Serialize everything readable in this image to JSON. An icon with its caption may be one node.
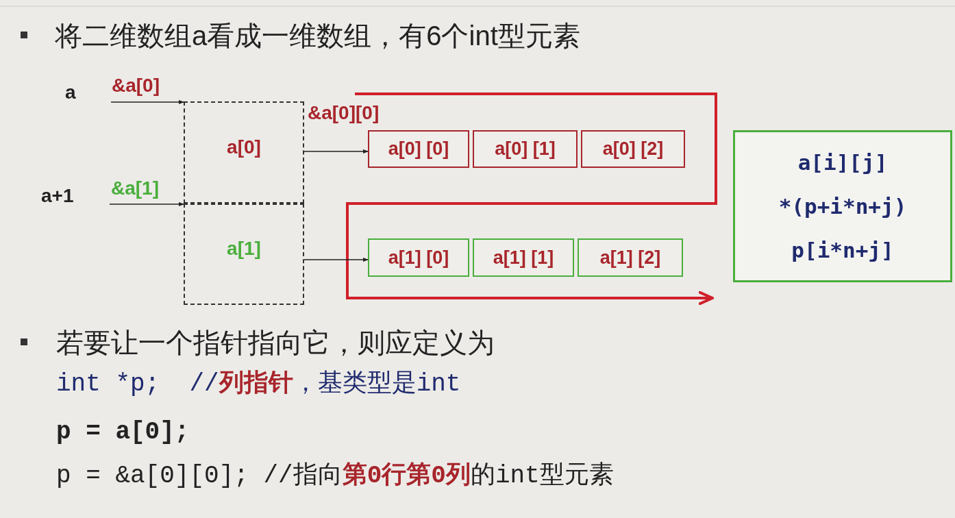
{
  "diagram": {
    "nodes": [
      {
        "text": [
          "a[0]"
        ]
      },
      {
        "text": [
          "a[1]"
        ]
      },
      {
        "text": [
          "a[0] [0]"
        ],
        "beside": [
          "&a[0][0]"
        ]
      },
      {
        "text": [
          "a[0] [1]"
        ]
      },
      {
        "text": [
          "a[0] [2]"
        ]
      },
      {
        "text": [
          "a[1] [0]"
        ]
      },
      {
        "text": [
          "a[1] [1]"
        ]
      },
      {
        "text": [
          "a[1] [2]"
        ]
      },
      {
        "text": [
          "a[i][j]",
          "*(p+i*n+j)",
          "p[i*n+j]"
        ]
      }
    ],
    "edges": [
      {
        "from": null,
        "to": 0,
        "arrow": "to",
        "label": "&a[0]"
      },
      {
        "from": null,
        "to": 1,
        "arrow": "to",
        "label": "&a[1]"
      },
      {
        "from": 0,
        "to": 2,
        "arrow": "to"
      },
      {
        "from": 1,
        "to": 5,
        "arrow": "to"
      }
    ],
    "labels": [
      "将二维数组a看成一维数组，有6个int型元素",
      "a",
      "a+1",
      "若要让一个指针指向它，则应定义为",
      "int *p;  //**列指针**，基类型是int",
      "p = a[0];",
      "p = &a[0][0]; //指向**第0行第0列**的int型元素"
    ]
  }
}
